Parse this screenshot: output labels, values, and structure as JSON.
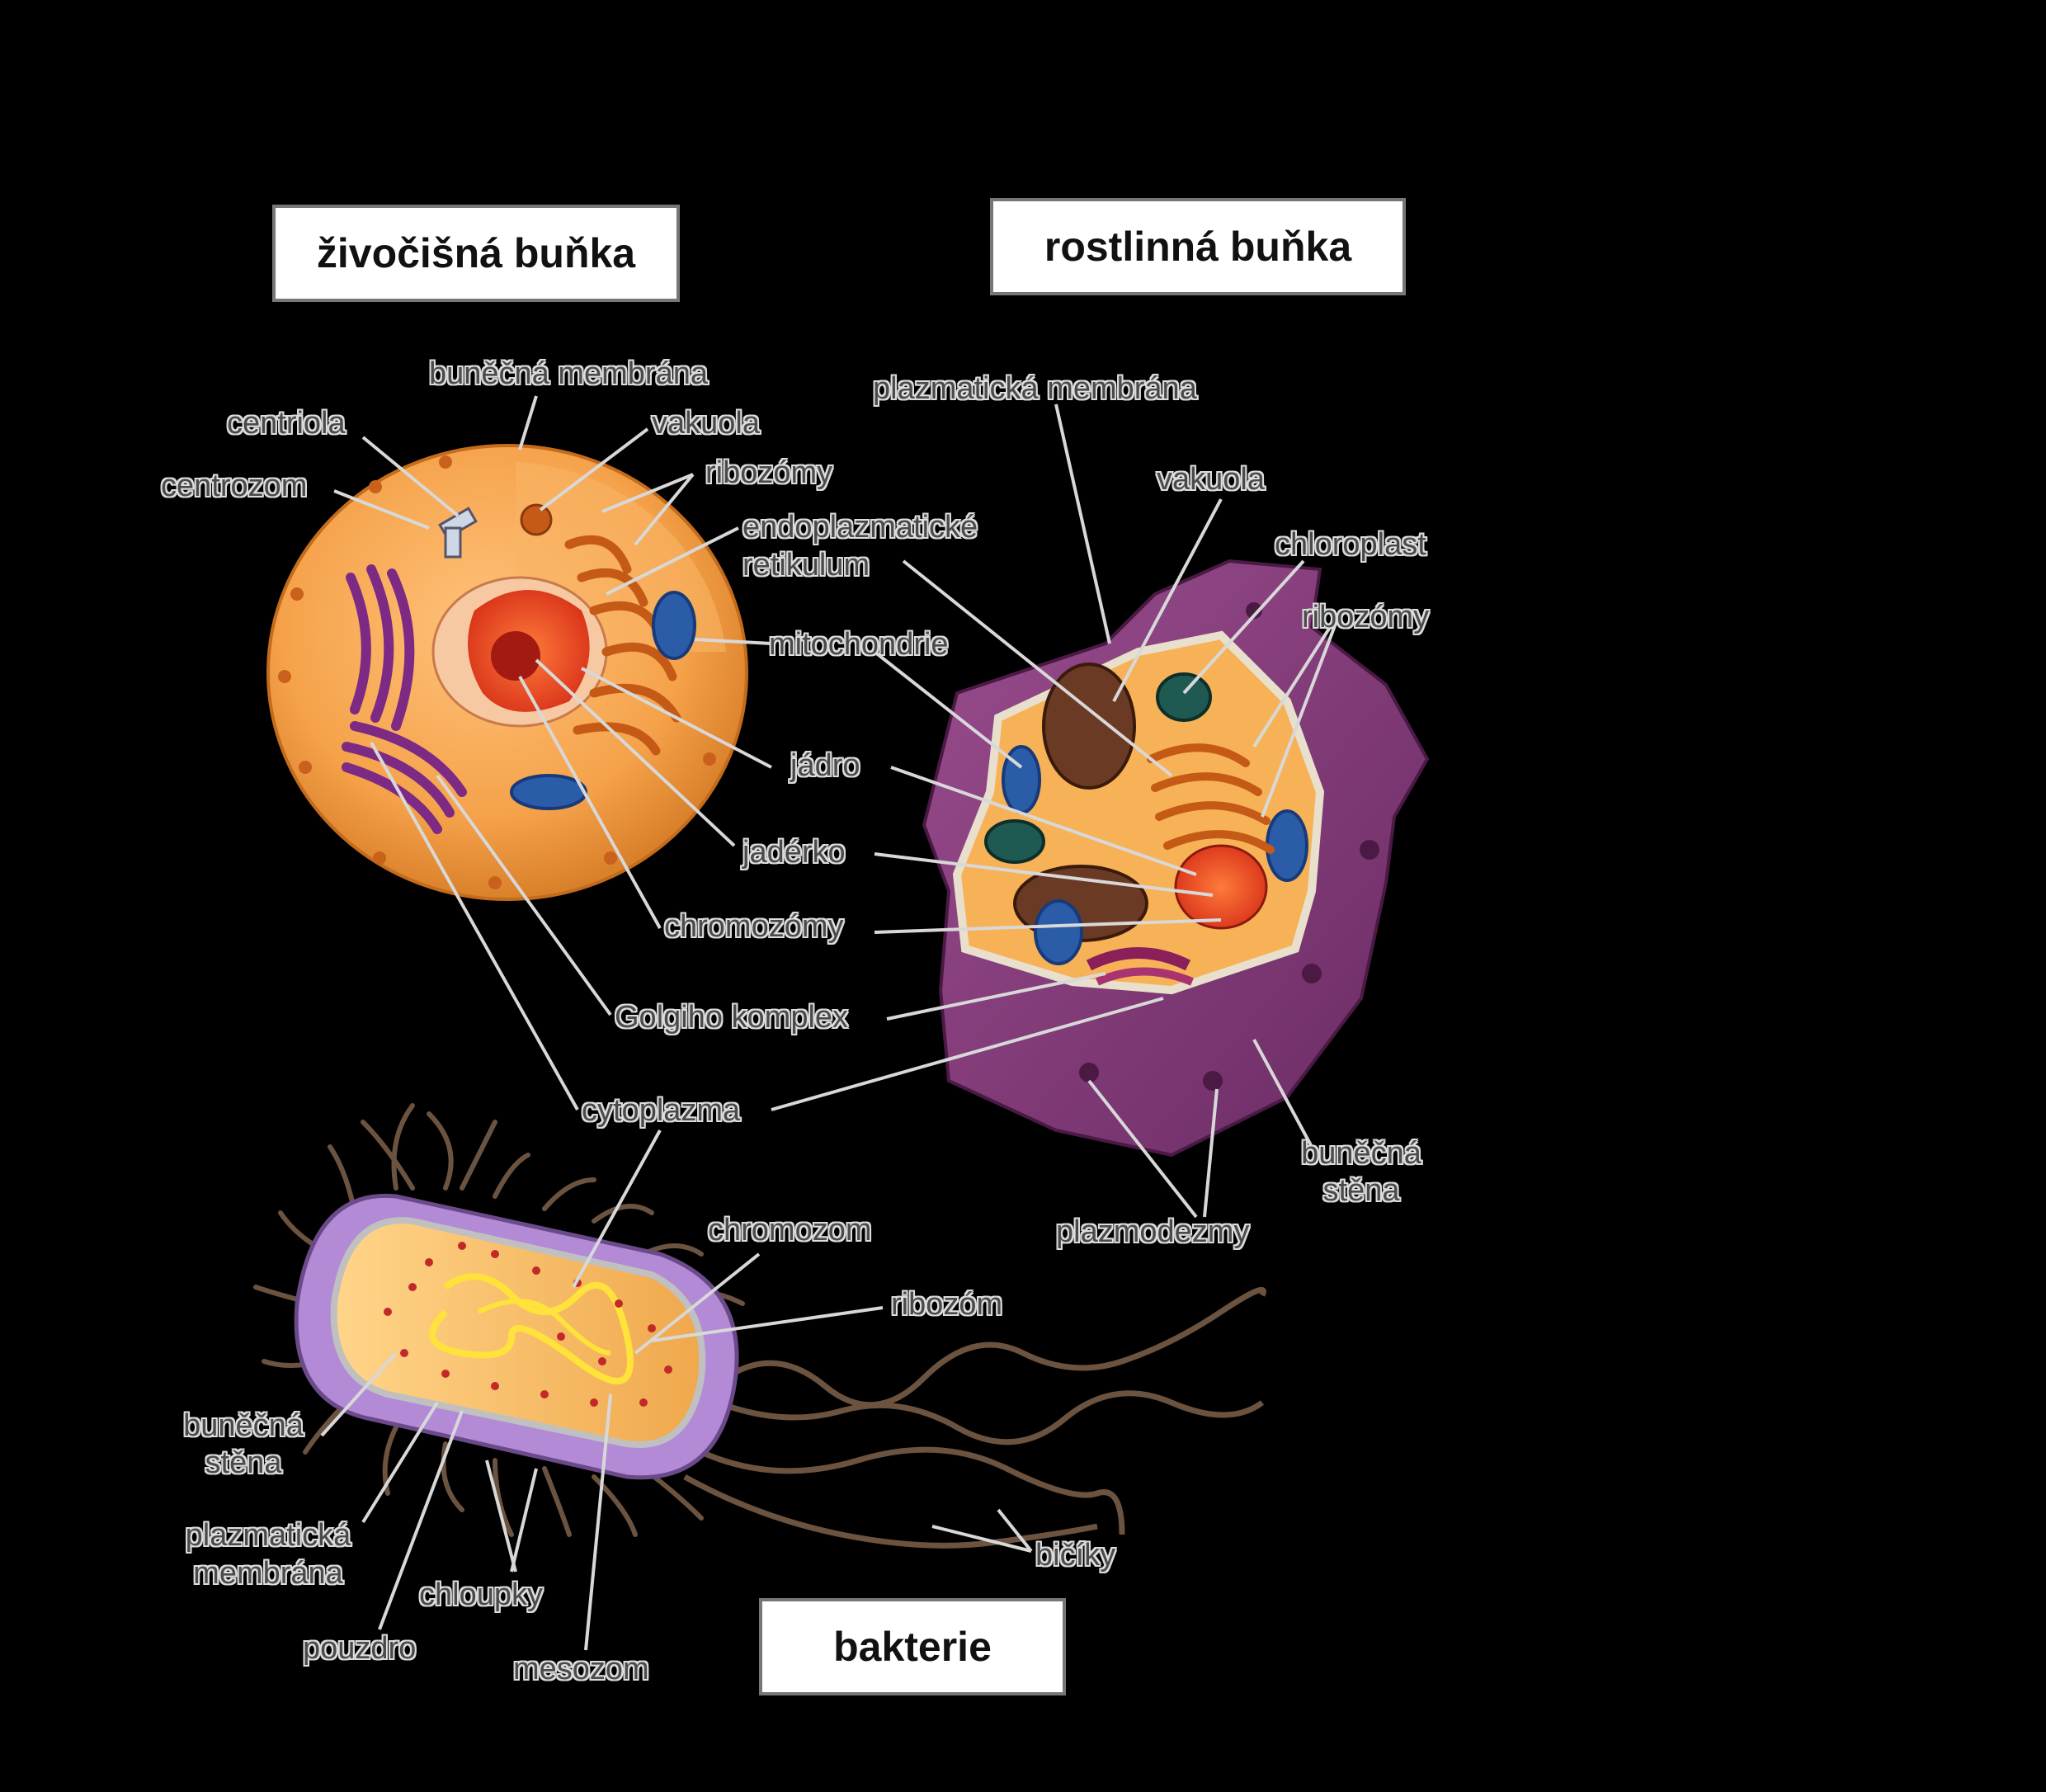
{
  "titles": {
    "animal": "živočišná buňka",
    "plant": "rostlinná buňka",
    "bacteria": "bakterie"
  },
  "animal_labels": {
    "membrane": "buněčná membrána",
    "centriole": "centriola",
    "vacuole": "vakuola",
    "centrosome": "centrozom",
    "ribosomes": "ribozómy",
    "er_line1": "endoplazmatické",
    "er_line2": "retikulum",
    "mitochondria": "mitochondrie",
    "nucleus": "jádro",
    "nucleolus": "jadérko",
    "chromosomes": "chromozómy",
    "golgi": "Golgiho komplex",
    "cytoplasm": "cytoplazma"
  },
  "plant_labels": {
    "plasma_membrane": "plazmatická membrána",
    "vacuole": "vakuola",
    "chloroplast": "chloroplast",
    "ribosomes": "ribozómy",
    "cell_wall_line1": "buněčná",
    "cell_wall_line2": "stěna",
    "plasmodesmata": "plazmodezmy"
  },
  "bacteria_labels": {
    "chromosome": "chromozom",
    "ribosome": "ribozóm",
    "cell_wall_line1": "buněčná",
    "cell_wall_line2": "stěna",
    "plasma_membrane_line1": "plazmatická",
    "plasma_membrane_line2": "membrána",
    "pili": "chloupky",
    "capsule": "pouzdro",
    "mesosome": "mesozom",
    "flagella": "bičíky"
  }
}
